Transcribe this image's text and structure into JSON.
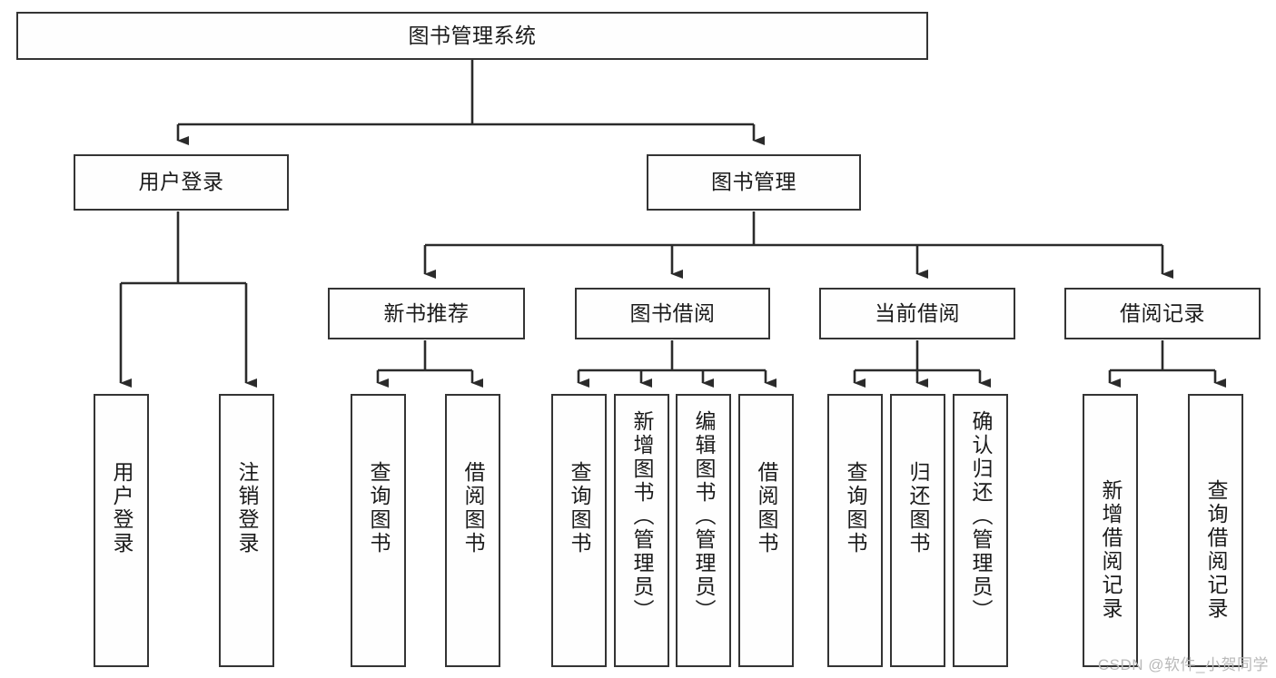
{
  "diagram": {
    "type": "tree-hierarchy",
    "title": "图书管理系统",
    "orientation": "top-down",
    "watermark": "CSDN @软件_小贺同学",
    "colors": {
      "box_border": "#343434",
      "box_fill": "#fefefe",
      "connector": "#2b2b2b",
      "text": "#1b1b1b",
      "watermark": "#b9b9b9",
      "background": "#ffffff"
    },
    "nodes": {
      "root": {
        "label": "图书管理系统",
        "level": 1
      },
      "level2": [
        {
          "id": "user-login",
          "label": "用户登录"
        },
        {
          "id": "book-management",
          "label": "图书管理"
        }
      ],
      "level3": [
        {
          "id": "new-book-recommend",
          "label": "新书推荐",
          "parent": "book-management"
        },
        {
          "id": "book-borrow",
          "label": "图书借阅",
          "parent": "book-management"
        },
        {
          "id": "current-borrow",
          "label": "当前借阅",
          "parent": "book-management"
        },
        {
          "id": "borrow-record",
          "label": "借阅记录",
          "parent": "book-management"
        }
      ],
      "leaves": {
        "user-login": [
          {
            "id": "leaf-user-login",
            "label": "用户登录"
          },
          {
            "id": "leaf-user-logout",
            "label": "注销登录"
          }
        ],
        "new-book-recommend": [
          {
            "id": "leaf-query-book-1",
            "label": "查询图书"
          },
          {
            "id": "leaf-borrow-book-1",
            "label": "借阅图书"
          }
        ],
        "book-borrow": [
          {
            "id": "leaf-query-book-2",
            "label": "查询图书"
          },
          {
            "id": "leaf-add-book",
            "label": "新增图书（管理员）"
          },
          {
            "id": "leaf-edit-book",
            "label": "编辑图书（管理员）"
          },
          {
            "id": "leaf-borrow-book-2",
            "label": "借阅图书"
          }
        ],
        "current-borrow": [
          {
            "id": "leaf-query-book-3",
            "label": "查询图书"
          },
          {
            "id": "leaf-return-book",
            "label": "归还图书"
          },
          {
            "id": "leaf-confirm-return",
            "label": "确认归还（管理员）"
          }
        ],
        "borrow-record": [
          {
            "id": "leaf-add-record",
            "label": "新增借阅记录"
          },
          {
            "id": "leaf-query-record",
            "label": "查询借阅记录"
          }
        ]
      }
    }
  }
}
